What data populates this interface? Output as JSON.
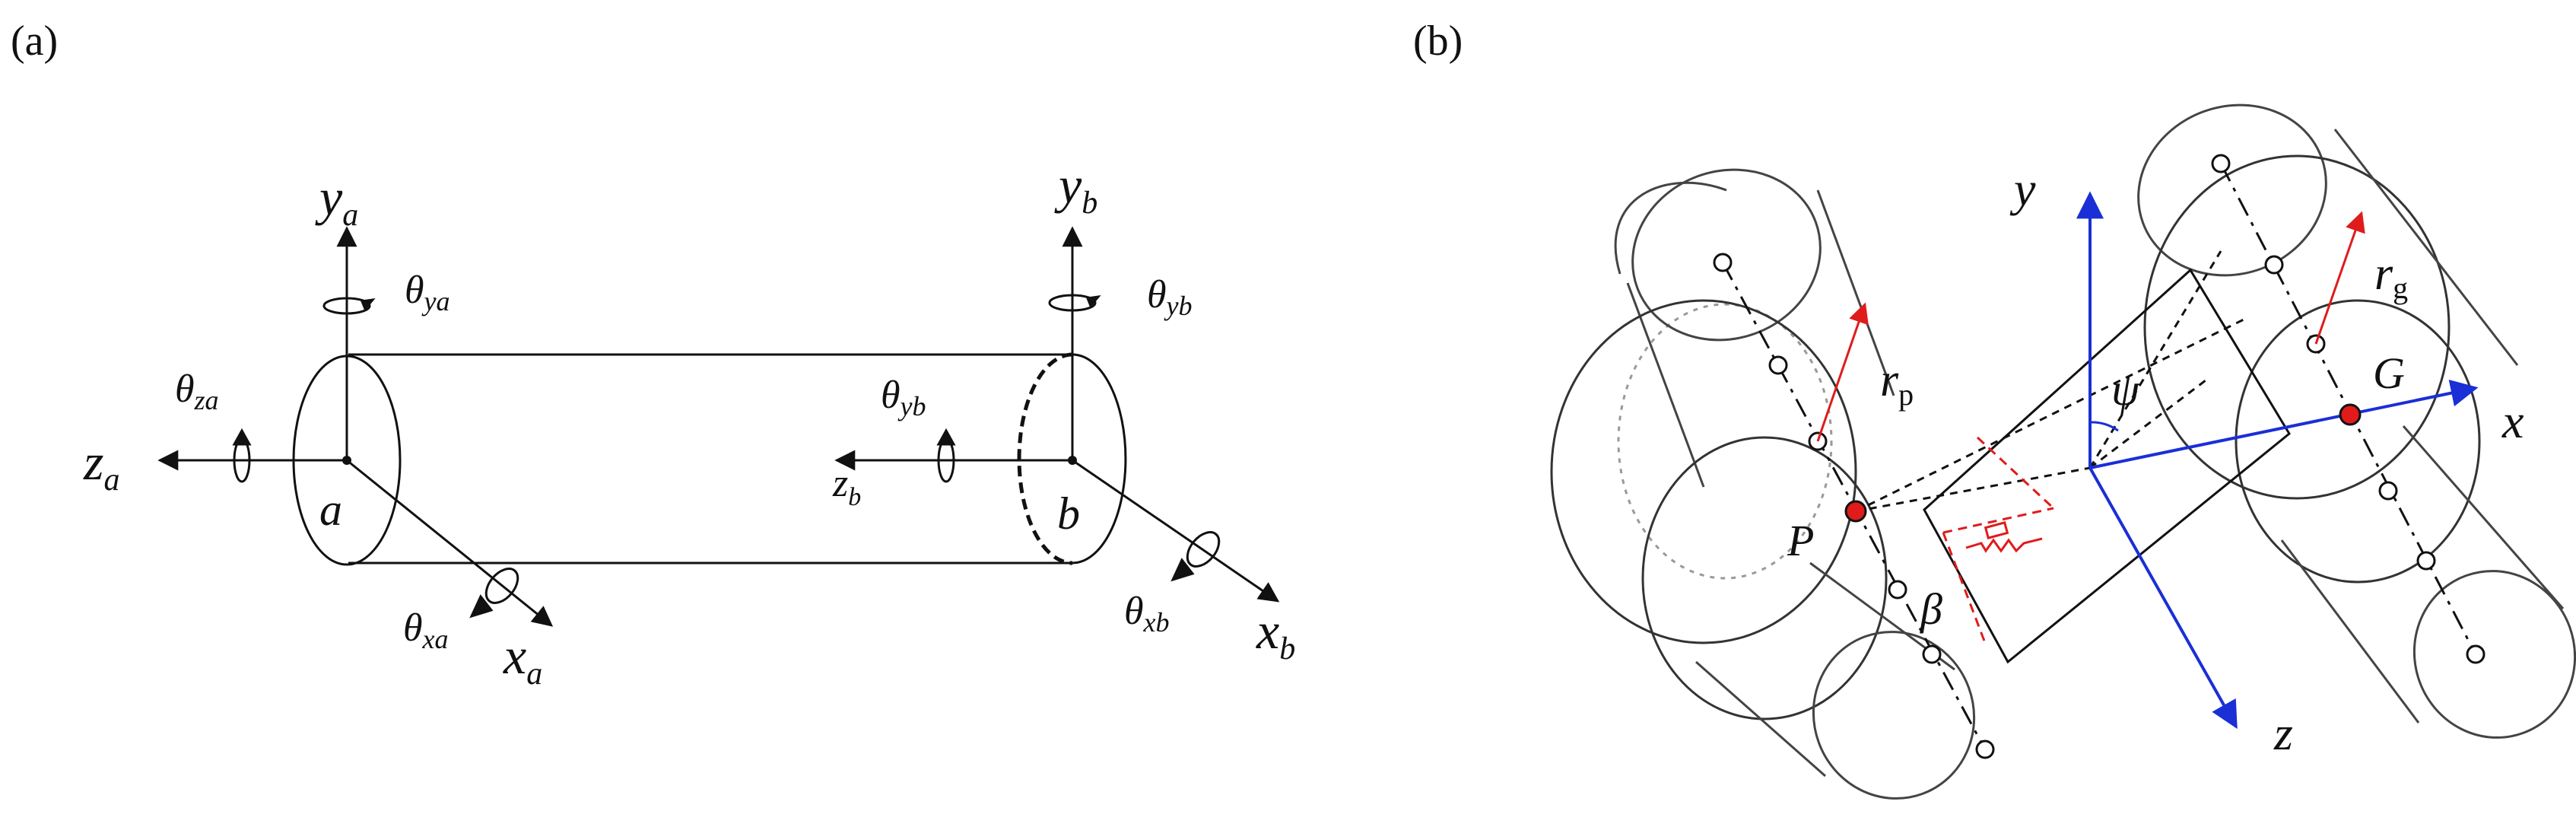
{
  "panel_a": {
    "tag": "(a)",
    "node_a": {
      "x_axis": {
        "sym": "x",
        "sub": "a"
      },
      "y_axis": {
        "sym": "y",
        "sub": "a"
      },
      "z_axis": {
        "sym": "z",
        "sub": "a"
      },
      "rot_x": {
        "sym": "θ",
        "sub": "xa"
      },
      "rot_y": {
        "sym": "θ",
        "sub": "ya"
      },
      "rot_z": {
        "sym": "θ",
        "sub": "za"
      },
      "node_label": "a"
    },
    "node_b": {
      "x_axis": {
        "sym": "x",
        "sub": "b"
      },
      "y_axis": {
        "sym": "y",
        "sub": "b"
      },
      "z_axis": {
        "sym": "z",
        "sub": "b"
      },
      "rot_x": {
        "sym": "θ",
        "sub": "xb"
      },
      "rot_y": {
        "sym": "θ",
        "sub": "yb"
      },
      "rot_y_inner": {
        "sym": "θ",
        "sub": "yb"
      },
      "node_label": "b"
    }
  },
  "panel_b": {
    "tag": "(b)",
    "axis_x": "x",
    "axis_y": "y",
    "axis_z": "z",
    "pinion_center": "P",
    "gear_center": "G",
    "pinion_radius": {
      "sym": "r",
      "sub": "p"
    },
    "gear_radius": {
      "sym": "r",
      "sub": "g"
    },
    "angle_psi": "ψ",
    "angle_beta": "β"
  },
  "colors": {
    "ink": "#111111",
    "axis_blue": "#1a2fd6",
    "accent_red": "#e01b1b",
    "light_gray": "#bdbdbd"
  }
}
